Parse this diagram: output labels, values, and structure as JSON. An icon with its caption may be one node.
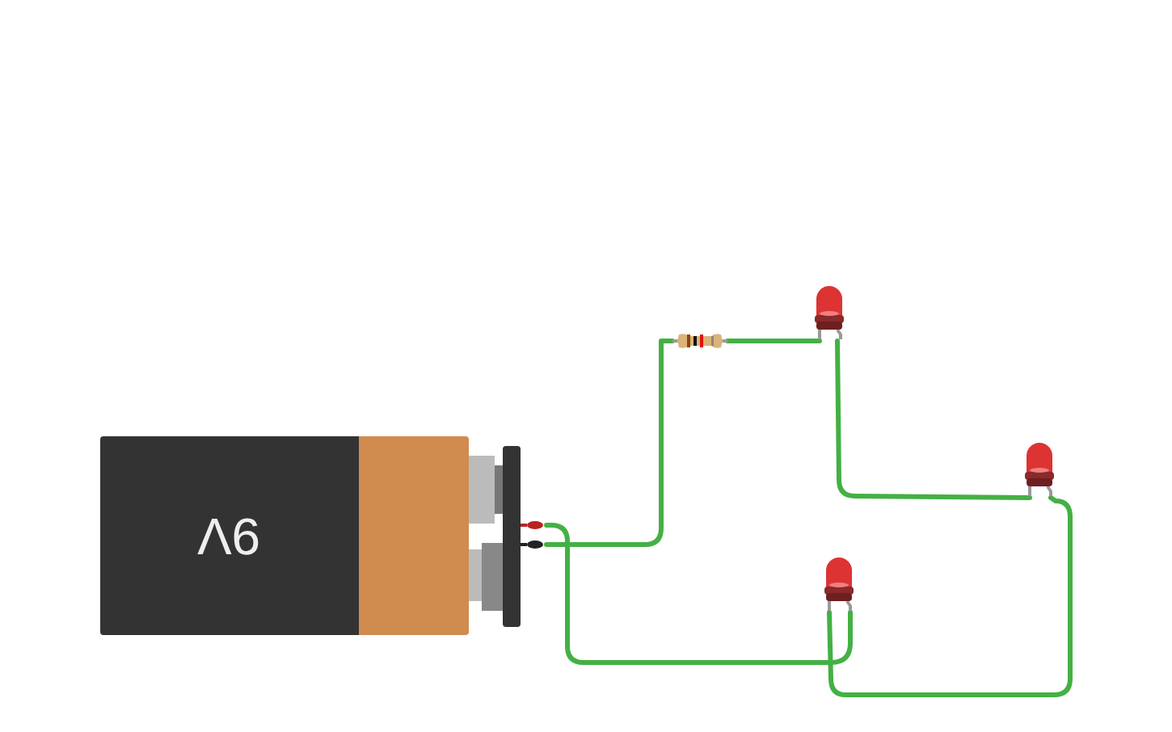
{
  "diagram": {
    "nodes": [
      {
        "text": [
          "9V"
        ]
      },
      {
        "text": [],
        "shape": "bar"
      },
      {
        "text": [],
        "shape": "picture"
      },
      {
        "text": [],
        "shape": "picture"
      },
      {
        "text": [],
        "shape": "picture"
      },
      {
        "text": [],
        "shape": "picture"
      }
    ],
    "edges": [
      {
        "from": 1,
        "to": 2,
        "arrow": "none"
      },
      {
        "from": 2,
        "to": 3,
        "arrow": "none"
      },
      {
        "from": 3,
        "to": 4,
        "arrow": "none"
      },
      {
        "from": 4,
        "to": 5,
        "arrow": "none"
      },
      {
        "from": 5,
        "to": 1,
        "arrow": "none"
      }
    ]
  }
}
